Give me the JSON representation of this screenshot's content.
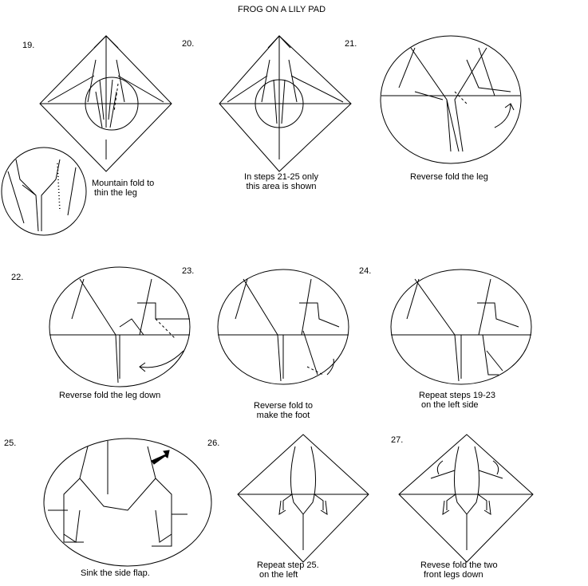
{
  "title": "FROG ON A LILY PAD",
  "steps": [
    {
      "number": "19.",
      "caption": [
        "Mountain fold to",
        "thin the leg"
      ]
    },
    {
      "number": "20.",
      "caption": [
        "In steps 21-25 only",
        "this area is shown"
      ]
    },
    {
      "number": "21.",
      "caption": [
        "Reverse fold the leg"
      ]
    },
    {
      "number": "22.",
      "caption": [
        "Reverse fold the leg down"
      ]
    },
    {
      "number": "23.",
      "caption": [
        "Reverse fold to",
        "make the foot"
      ]
    },
    {
      "number": "24.",
      "caption": [
        "Repeat steps 19-23",
        "on the left side"
      ]
    },
    {
      "number": "25.",
      "caption": [
        "Sink the side flap."
      ]
    },
    {
      "number": "26.",
      "caption": [
        "Repeat step 25.",
        "on the left"
      ]
    },
    {
      "number": "27.",
      "caption": [
        "Revese fold the two",
        "front legs down"
      ]
    }
  ]
}
